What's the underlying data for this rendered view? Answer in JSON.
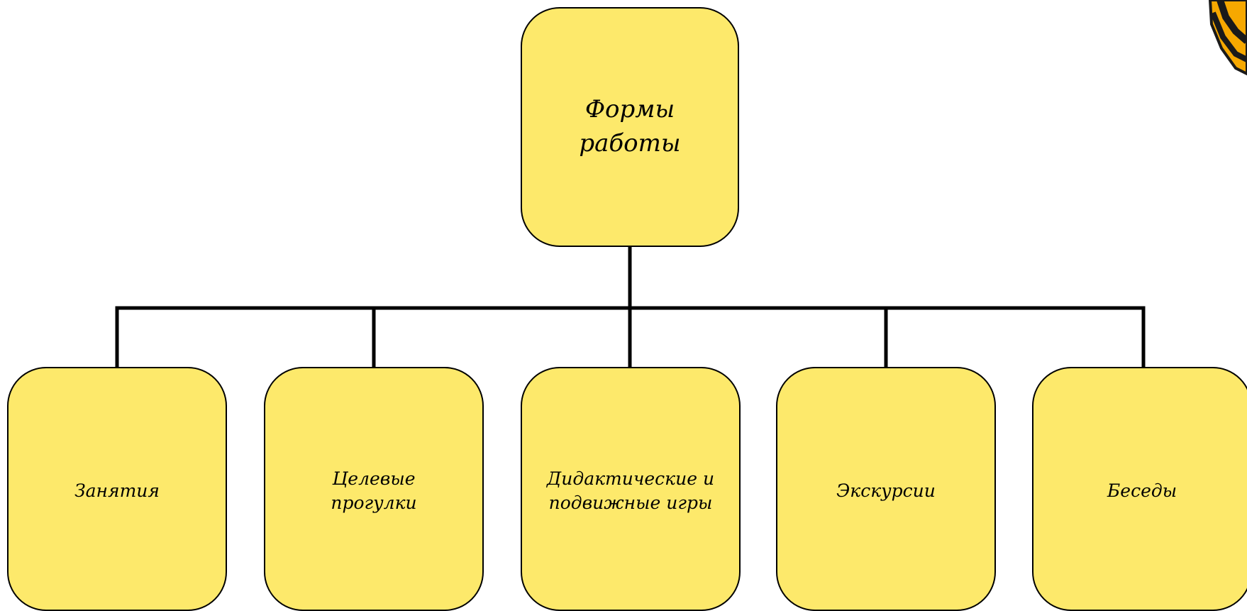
{
  "diagram": {
    "root": {
      "label": "Формы\nработы"
    },
    "children": [
      {
        "label": "Занятия"
      },
      {
        "label": "Целевые\nпрогулки"
      },
      {
        "label": "Дидактические и\nподвижные игры"
      },
      {
        "label": "Экскурсии"
      },
      {
        "label": "Беседы"
      }
    ]
  },
  "colors": {
    "box_fill": "#fde96b",
    "box_border": "#000000",
    "connector": "#000000",
    "decor_orange": "#f6a800",
    "decor_dark": "#1a1a1a"
  }
}
